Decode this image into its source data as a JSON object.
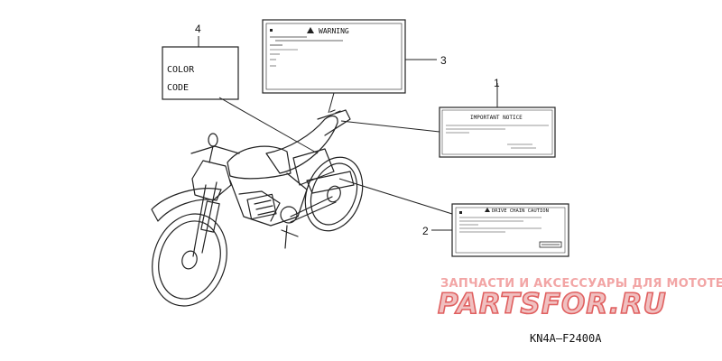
{
  "callouts": [
    "1",
    "2",
    "3",
    "4"
  ],
  "labels": {
    "color_label": {
      "line1": "COLOR",
      "line2": "CODE"
    },
    "warning_label": {
      "title": "WARNING"
    },
    "notice_label": {
      "title": "IMPORTANT NOTICE"
    },
    "caution_label": {
      "title": "DRIVE CHAIN CAUTION"
    }
  },
  "watermark": {
    "line1": "ЗАПЧАСТИ И АКСЕССУАРЫ ДЛЯ МОТОТЕХНИКИ",
    "line2": "PARTSFOR.RU"
  },
  "diagram_code": "KN4A—F2400A"
}
